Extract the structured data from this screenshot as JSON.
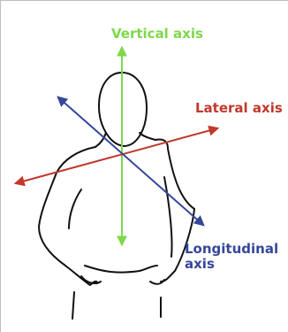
{
  "labels": {
    "vertical_axis": "Vertical axis",
    "lateral_axis": "Lateral axis",
    "longitudinal_axis_line1": "Longitudinal",
    "longitudinal_axis_line2": "axis"
  },
  "colors": {
    "vertical_axis": "#7ed84a",
    "lateral_axis": "#c0392b",
    "longitudinal_axis": "#34479a",
    "figure_outline": "#111111",
    "background": "#ffffff"
  }
}
